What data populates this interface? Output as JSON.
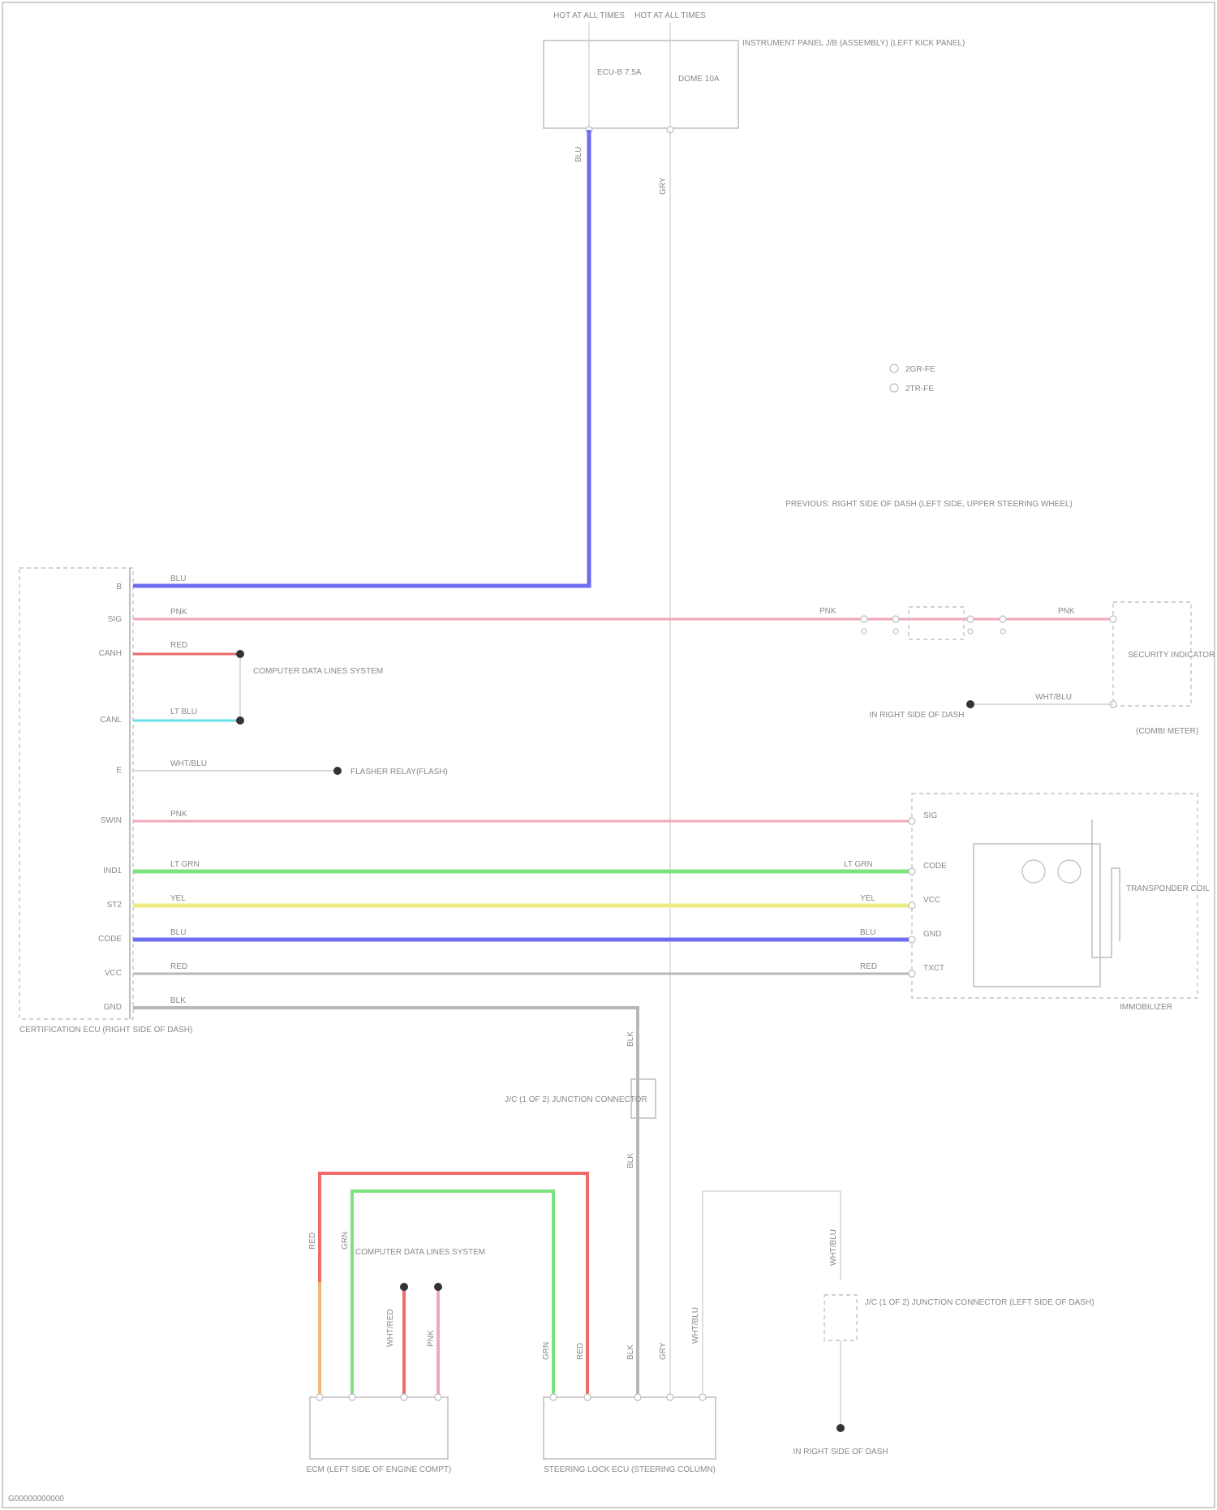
{
  "colors": {
    "blue": "#6c6cf0",
    "pink": "#f3a8b8",
    "red": "#f06a6a",
    "cyan": "#66e0ea",
    "green": "#7ee37e",
    "yellow": "#ecec82",
    "gray": "#b8b8b8",
    "orange": "#f2b77a",
    "lightgray": "#d6d6d6"
  },
  "fuse_block": {
    "title_left": "HOT AT ALL TIMES",
    "title_right": "HOT AT ALL TIMES",
    "fuse_left": "ECU-B 7.5A",
    "fuse_right": "DOME 10A",
    "panel_label": "INSTRUMENT PANEL J/B (ASSEMBLY) (LEFT KICK PANEL)",
    "wire_left": "BLU",
    "wire_right": "GRY"
  },
  "legend": {
    "item1": "2GR-FE",
    "item2": "2TR-FE"
  },
  "ecu": {
    "label": "CERTIFICATION ECU (RIGHT SIDE OF DASH)",
    "pins": [
      "B",
      "SIG",
      "CANH",
      "CANL",
      "E",
      "SWIN",
      "IND1",
      "ST2",
      "CODE",
      "VCC",
      "GND"
    ]
  },
  "wires": {
    "w1": "BLU",
    "w2": "PNK",
    "w3": "RED",
    "w4": "LT BLU",
    "w5": "WHT/BLU",
    "w6": "PNK",
    "w7": "LT GRN",
    "w8": "YEL",
    "w9": "BLU",
    "w10": "RED",
    "w11": "BLK"
  },
  "connector_labels": {
    "can": "COMPUTER DATA LINES SYSTEM",
    "flasher": "FLASHER RELAY(FLASH)",
    "splice": "PREVIOUS: RIGHT SIDE OF DASH (LEFT SIDE, UPPER STEERING WHEEL)",
    "security": "SECURITY INDICATOR",
    "cluster": "(COMBI METER)",
    "ground": "IN RIGHT SIDE OF DASH",
    "ground_wire": "WHT/BLU",
    "transponder_coil": "TRANSPONDER COIL",
    "amplifier": "IMMOBILIZER",
    "jc_connector": "J/C (1 OF 2) JUNCTION CONNECTOR",
    "ecm_can": "COMPUTER DATA LINES SYSTEM",
    "ecm": "ECM (LEFT SIDE OF ENGINE COMPT)",
    "steering_ecu": "STEERING LOCK ECU (STEERING COLUMN)",
    "ground2": "IN RIGHT SIDE OF DASH",
    "junction2": "J/C (1 OF 2) JUNCTION CONNECTOR (LEFT SIDE OF DASH)",
    "footer": "G00000000000"
  },
  "right_labels": {
    "pnk_a": "PNK",
    "pnk_b": "PNK",
    "blu": "BLU",
    "red": "RED",
    "ltgrn": "LT GRN",
    "yel": "YEL",
    "blk": "BLK",
    "pins": [
      "SIG",
      "CODE",
      "VCC",
      "GND",
      "TXCT"
    ]
  },
  "bottom_wires": {
    "ecm_red": "RED",
    "ecm_grn": "GRN",
    "ecm_pnk": "PNK",
    "ecm_wht": "WHT/RED",
    "sl_grn": "GRN",
    "sl_red": "RED",
    "sl_blk": "BLK",
    "sl_gry": "GRY",
    "sl_wht": "WHT/BLU",
    "gnd_wht": "WHT/BLU",
    "jc_blk": "BLK",
    "jc_blk2": "BLK"
  }
}
